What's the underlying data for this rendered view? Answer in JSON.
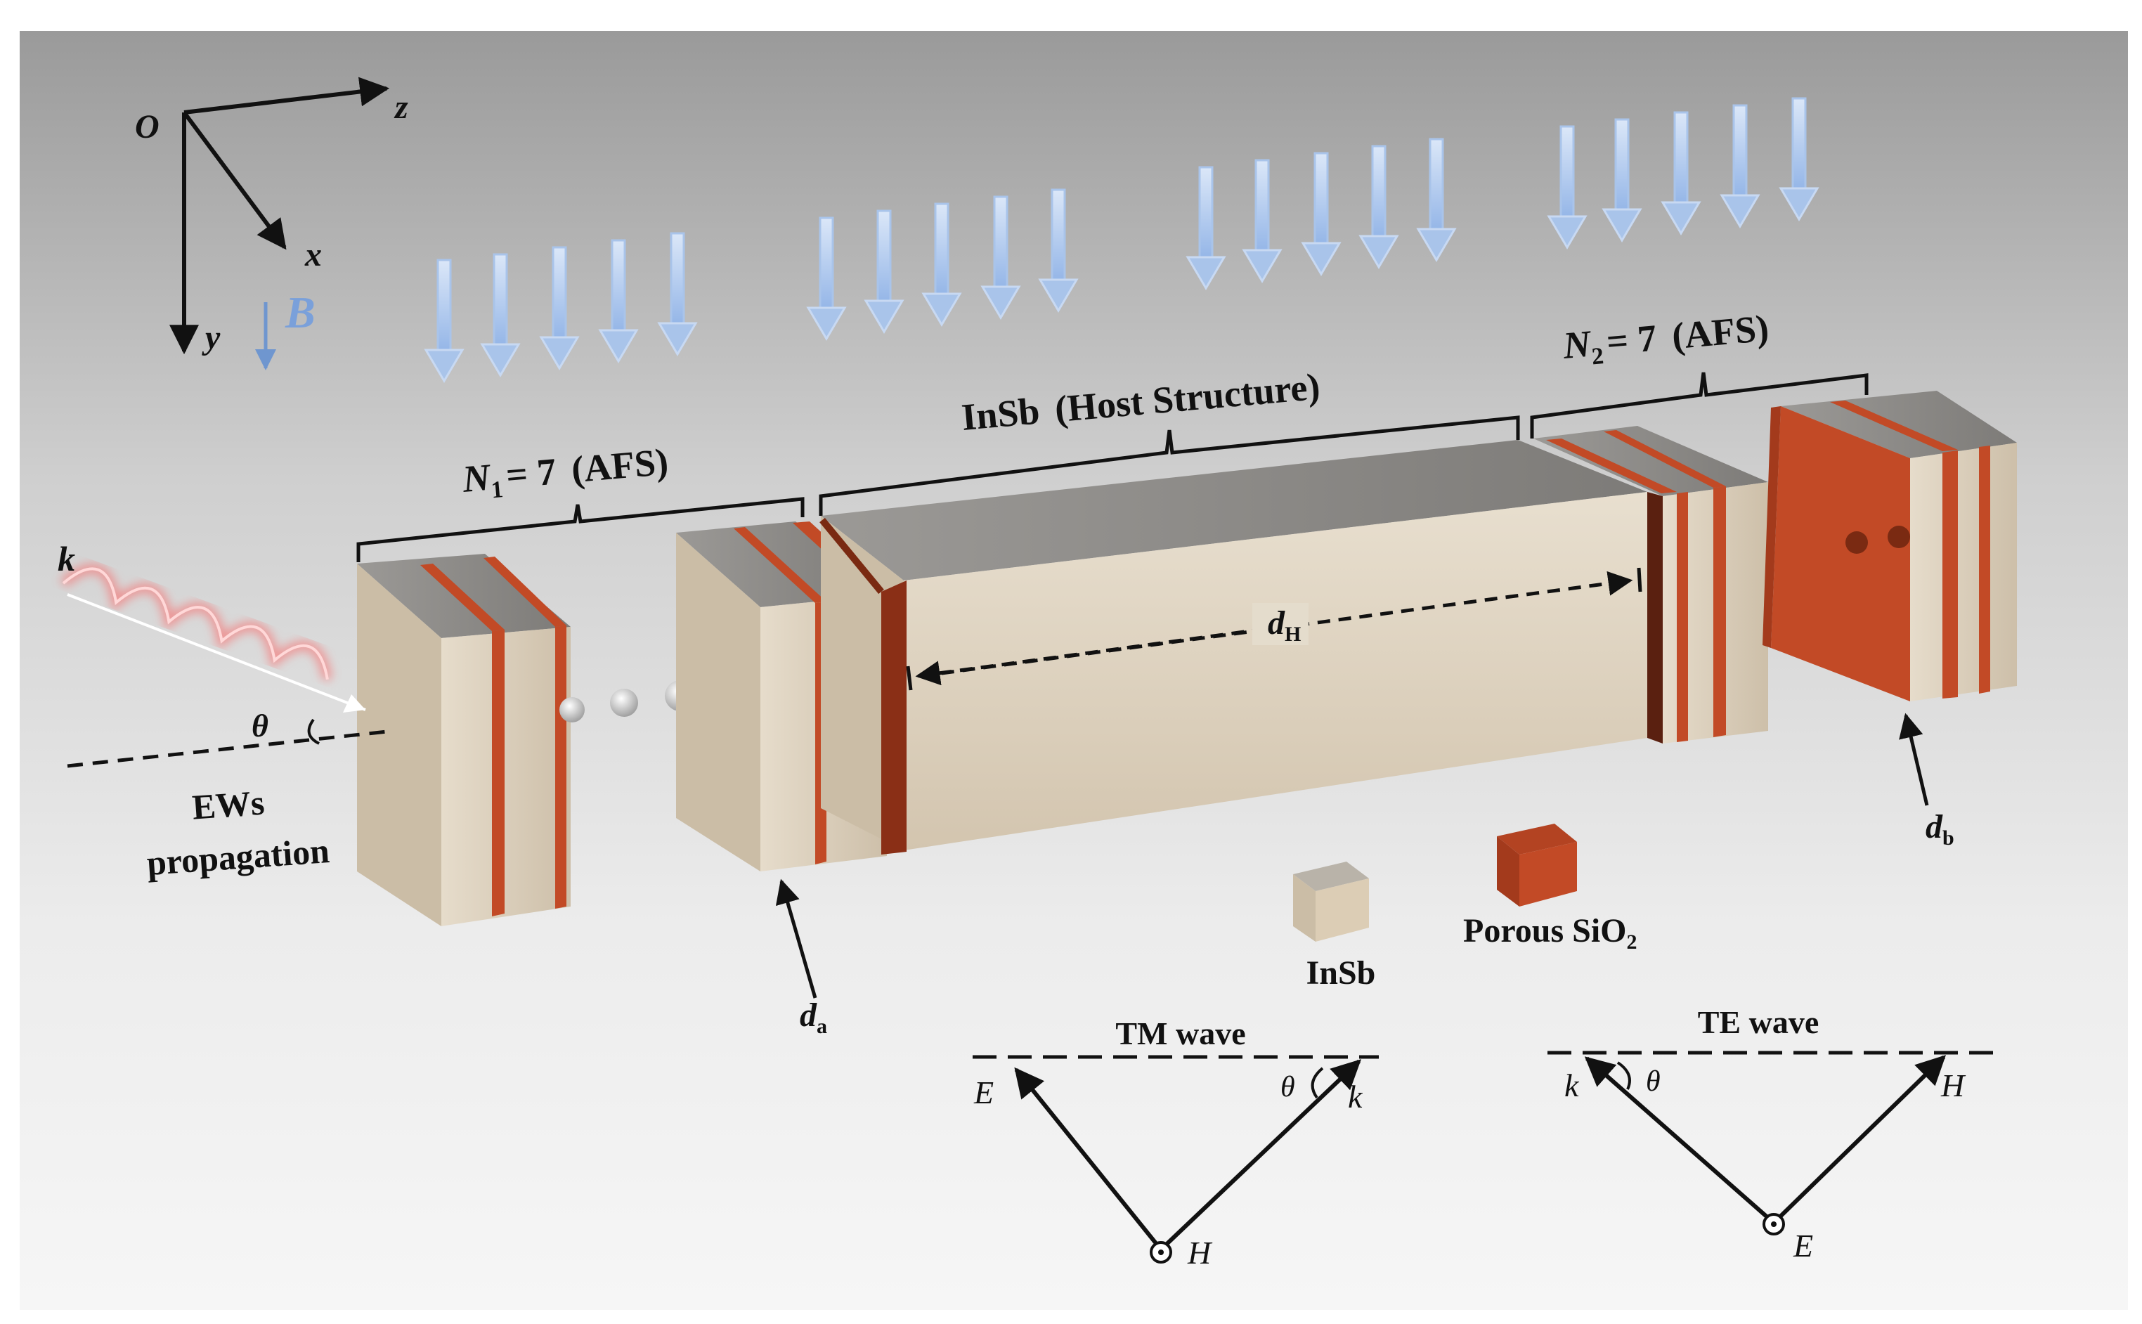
{
  "axes": {
    "origin": "O",
    "z": "z",
    "x": "x",
    "y": "y",
    "field": "B"
  },
  "groups": {
    "afs_left": {
      "symbol": "N",
      "sub": "1",
      "value": "= 7",
      "tag": "(AFS)"
    },
    "host": {
      "label": "InSb",
      "tag": "(Host Structure)"
    },
    "afs_right": {
      "symbol": "N",
      "sub": "2",
      "value": "= 7",
      "tag": "(AFS)"
    }
  },
  "dimensions": {
    "d_a": {
      "main": "d",
      "sub": "a"
    },
    "d_H": {
      "main": "d",
      "sub": "H"
    },
    "d_b": {
      "main": "d",
      "sub": "b"
    }
  },
  "incident": {
    "k": "k",
    "theta": "θ",
    "line1": "EWs",
    "line2": "propagation"
  },
  "legend": {
    "insb": "InSb",
    "sio2_main": "Porous SiO",
    "sio2_sub": "2"
  },
  "colors": {
    "insb_face": "#d9cbb6",
    "insb_top": "#8f8d8a",
    "sio2": "#c24a26",
    "field_arrow": "#a9c4ea",
    "wave": "#ff5a5a"
  },
  "tm": {
    "title": "TM wave",
    "E": "E",
    "H": "H",
    "k": "k",
    "theta": "θ"
  },
  "te": {
    "title": "TE wave",
    "E": "E",
    "H": "H",
    "k": "k",
    "theta": "θ"
  }
}
